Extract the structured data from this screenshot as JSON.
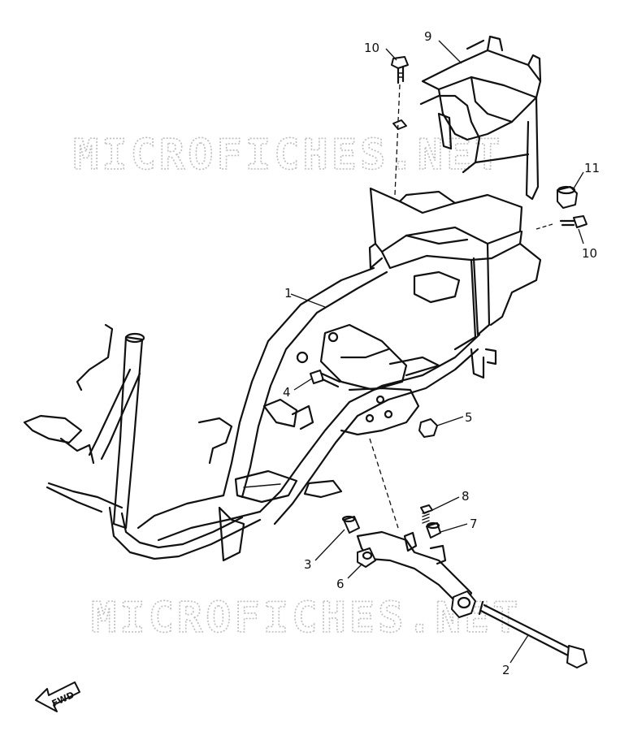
{
  "watermark": {
    "text": "MICROFICHES.NET"
  },
  "fwd_label": "FWD",
  "callouts": [
    {
      "id": "part-1",
      "label": "1"
    },
    {
      "id": "part-2",
      "label": "2"
    },
    {
      "id": "part-3",
      "label": "3"
    },
    {
      "id": "part-4",
      "label": "4"
    },
    {
      "id": "part-5",
      "label": "5"
    },
    {
      "id": "part-6",
      "label": "6"
    },
    {
      "id": "part-7",
      "label": "7"
    },
    {
      "id": "part-8",
      "label": "8"
    },
    {
      "id": "part-9",
      "label": "9"
    },
    {
      "id": "part-10-top",
      "label": "10"
    },
    {
      "id": "part-10-right",
      "label": "10"
    },
    {
      "id": "part-11",
      "label": "11"
    }
  ]
}
